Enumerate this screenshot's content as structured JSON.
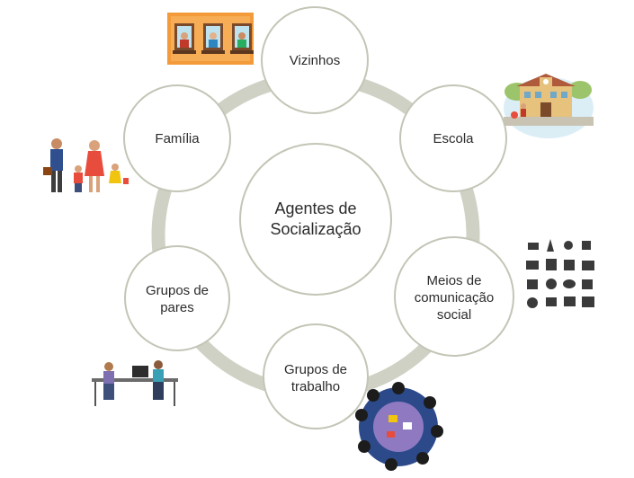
{
  "center": {
    "label": "Agentes de\nSocialização"
  },
  "agents": [
    {
      "label": "Vizinhos"
    },
    {
      "label": "Escola"
    },
    {
      "label": "Meios de\ncomunicação\nsocial"
    },
    {
      "label": "Grupos de\ntrabalho"
    },
    {
      "label": "Grupos de\npares"
    },
    {
      "label": "Família"
    }
  ],
  "colors": {
    "ring": "#cfd1c4",
    "circle_stroke": "#c3c5b6",
    "circle_fill": "#ffffff",
    "window_panel": "#f39b3a",
    "text": "#2b2b2b"
  },
  "icons": [
    "windows-neighbors-icon",
    "school-building-icon",
    "media-icons-grid",
    "meeting-table-icon",
    "office-coworkers-icon",
    "family-walking-icon"
  ]
}
